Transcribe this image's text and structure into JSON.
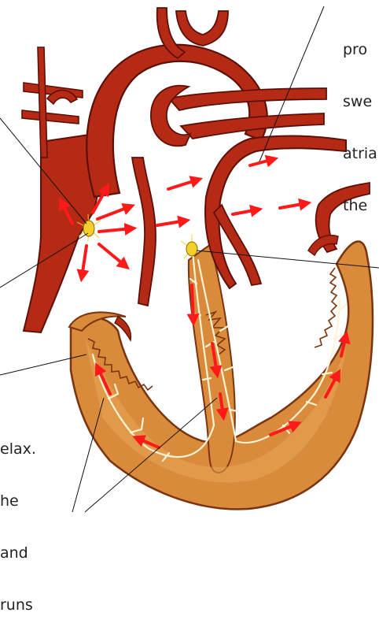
{
  "captions": {
    "right_lines": [
      "pro",
      "swe",
      "atria",
      "the"
    ],
    "left_lines": [
      "elax.",
      "he",
      "and",
      "runs"
    ]
  },
  "colors": {
    "vessel_fill": "#b52a14",
    "vessel_edge": "#5e1008",
    "vessel_highlight": "#d9533a",
    "muscle_fill": "#d98a3a",
    "muscle_light": "#e8a857",
    "muscle_edge": "#7a3510",
    "fiber": "#fff3d6",
    "arrow": "#ff1a1a",
    "node": "#f2cf2a",
    "leader": "#111111"
  },
  "icons": {
    "sa_node": "sinoatrial-node-icon",
    "av_node": "atrioventricular-node-icon",
    "impulse_arrow": "arrow-icon"
  }
}
